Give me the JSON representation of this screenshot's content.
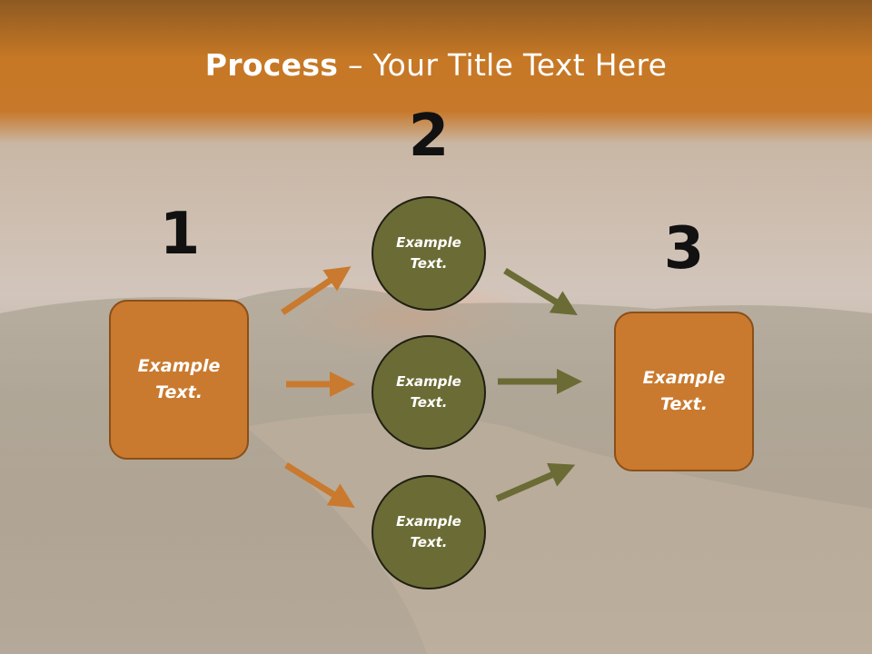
{
  "title": {
    "bold": "Process",
    "rest": " – Your Title Text Here"
  },
  "steps": {
    "one": "1",
    "two": "2",
    "three": "3"
  },
  "nodes": {
    "start": "Example\nText.",
    "top": "Example\nText.",
    "middle": "Example\nText.",
    "bottom": "Example\nText.",
    "end": "Example\nText."
  },
  "colors": {
    "orange": "#c97a2f",
    "olive": "#6b6b35",
    "title_band": "#c2701f"
  }
}
